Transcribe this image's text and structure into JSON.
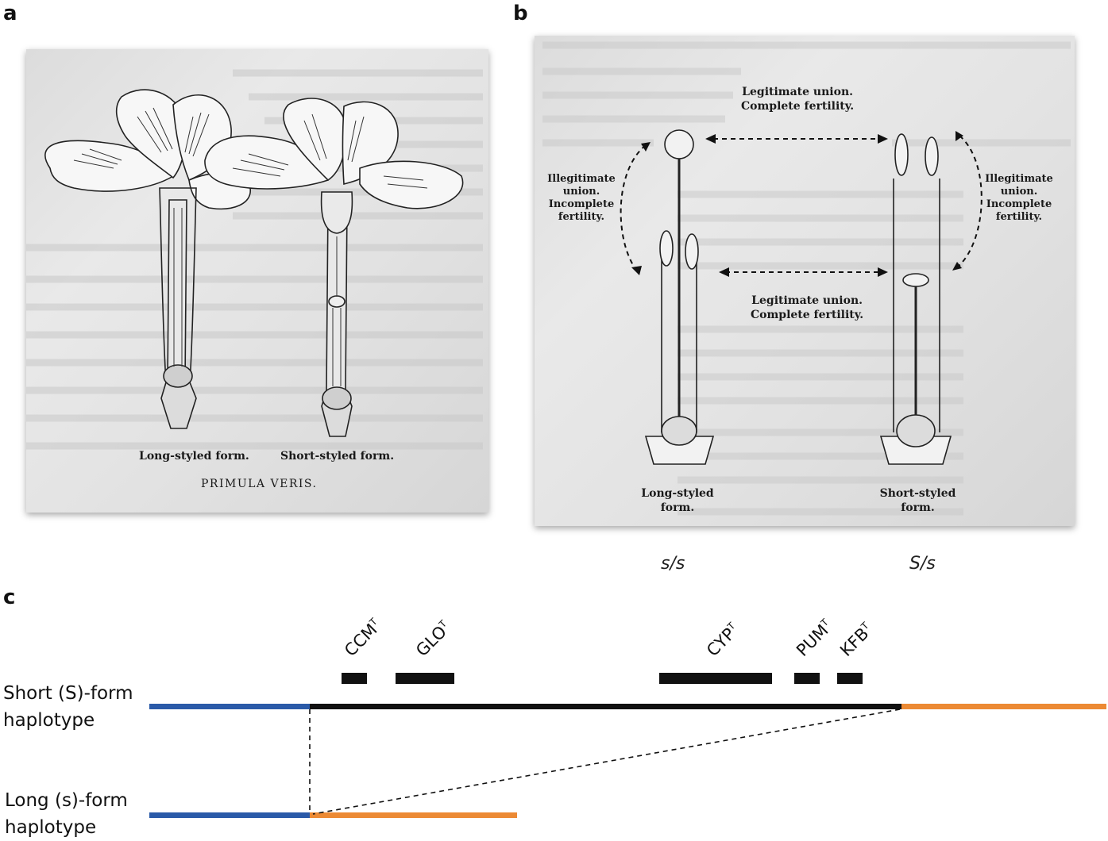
{
  "panels": {
    "a": {
      "letter": "a",
      "caption_long": "Long-styled form.",
      "caption_short": "Short-styled form.",
      "species": "PRIMULA VERIS."
    },
    "b": {
      "letter": "b",
      "top_label_1": "Legitimate union.",
      "top_label_2": "Complete fertility.",
      "mid_label_1": "Legitimate union.",
      "mid_label_2": "Complete fertility.",
      "left_label": [
        "Illegitimate",
        "union.",
        "Incomplete",
        "fertility."
      ],
      "right_label": [
        "Illegitimate",
        "union.",
        "Incomplete",
        "fertility."
      ],
      "long_form": [
        "Long-styled",
        "form."
      ],
      "short_form": [
        "Short-styled",
        "form."
      ],
      "genotype_long": "s/s",
      "genotype_short": "S/s"
    },
    "c": {
      "letter": "c",
      "short_haplotype": [
        "Short (S)-form",
        "haplotype"
      ],
      "long_haplotype": [
        "Long (s)-form",
        "haplotype"
      ],
      "genes": [
        {
          "name": "CCM",
          "sup": "T"
        },
        {
          "name": "GLO",
          "sup": "T"
        },
        {
          "name": "CYP",
          "sup": "T"
        },
        {
          "name": "PUM",
          "sup": "T"
        },
        {
          "name": "KFB",
          "sup": "T"
        }
      ],
      "colors": {
        "left_flank": "#2a5aa8",
        "right_flank": "#ec8a34",
        "supergene": "#111111"
      }
    }
  }
}
